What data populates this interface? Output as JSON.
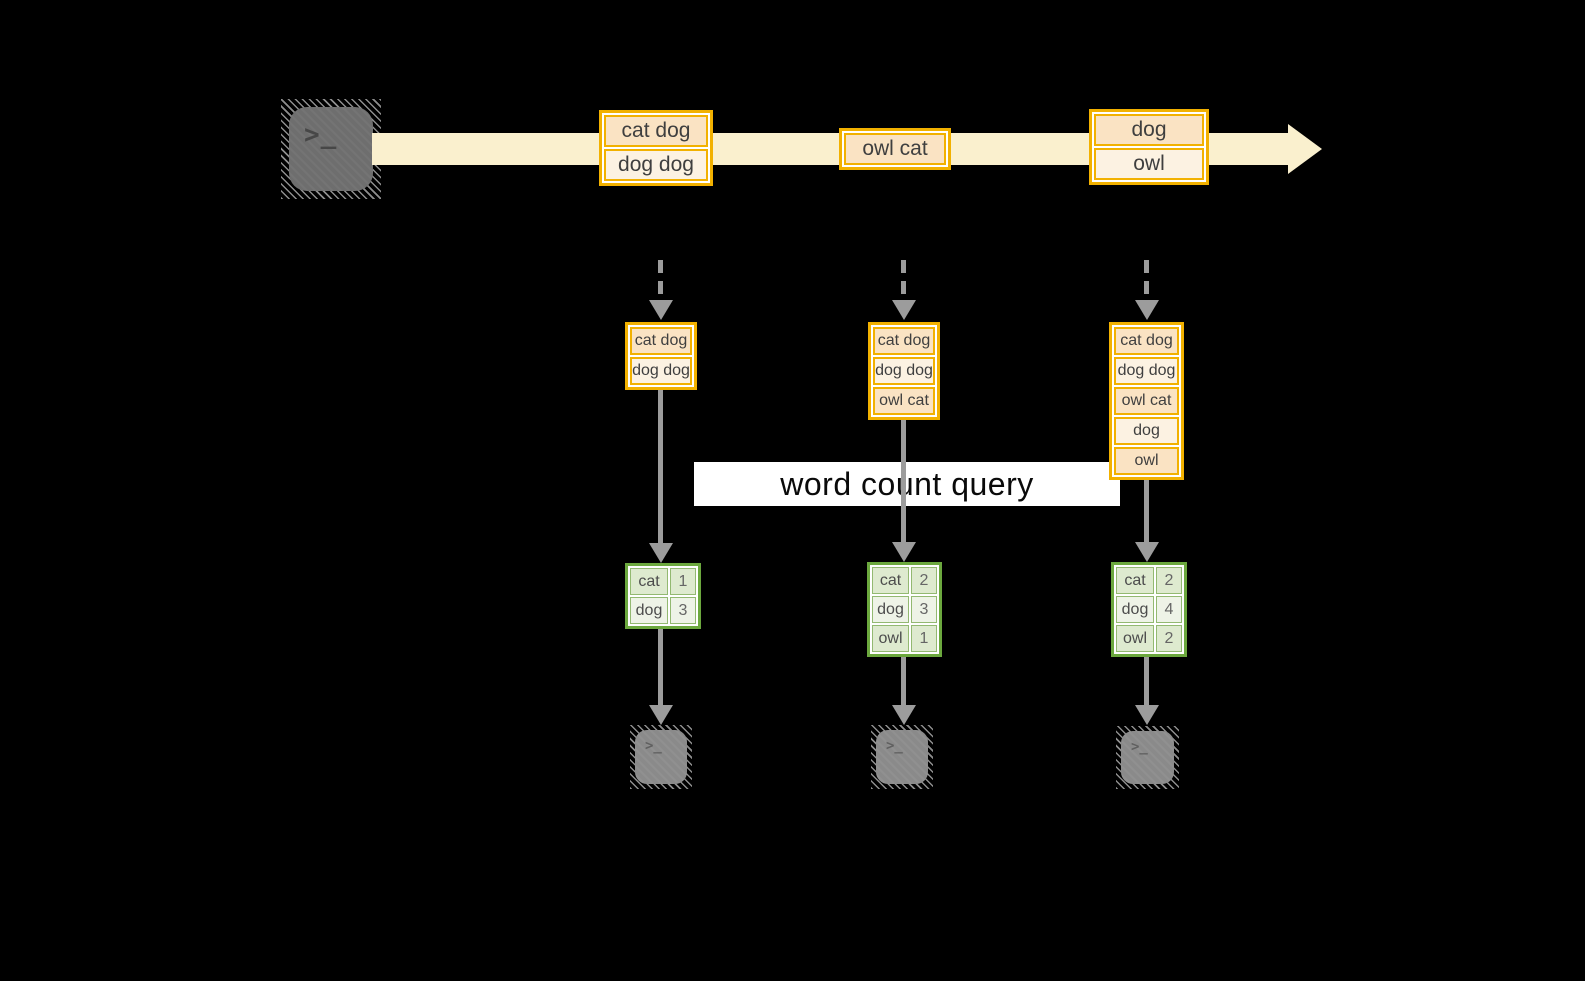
{
  "palette": {
    "background": "#000000",
    "stream_band": "#FAF0CE",
    "orange_border": "#F2B100",
    "peach_fill": "#FAE3C3",
    "cream_fill": "#FCF2E2",
    "green_border": "#6CA83E",
    "green_cell_dark": "#DEEACF",
    "green_cell_light": "#EEF3E7",
    "arrow_gray": "#9C9C9C",
    "terminal_source_gray": "#6E6E6E",
    "terminal_sink_gray": "#8A8A8A"
  },
  "icons": {
    "terminal_prompt": ">_"
  },
  "query": {
    "label": "word count query"
  },
  "stream": {
    "batches": [
      {
        "rows": [
          "cat dog",
          "dog dog"
        ]
      },
      {
        "rows": [
          "owl cat"
        ]
      },
      {
        "rows": [
          "dog",
          "owl"
        ]
      }
    ]
  },
  "columns": [
    {
      "accumulated": [
        "cat dog",
        "dog dog"
      ],
      "counts": [
        {
          "word": "cat",
          "count": "1"
        },
        {
          "word": "dog",
          "count": "3"
        }
      ]
    },
    {
      "accumulated": [
        "cat dog",
        "dog dog",
        "owl cat"
      ],
      "counts": [
        {
          "word": "cat",
          "count": "2"
        },
        {
          "word": "dog",
          "count": "3"
        },
        {
          "word": "owl",
          "count": "1"
        }
      ]
    },
    {
      "accumulated": [
        "cat dog",
        "dog dog",
        "owl cat",
        "dog",
        "owl"
      ],
      "counts": [
        {
          "word": "cat",
          "count": "2"
        },
        {
          "word": "dog",
          "count": "4"
        },
        {
          "word": "owl",
          "count": "2"
        }
      ]
    }
  ]
}
